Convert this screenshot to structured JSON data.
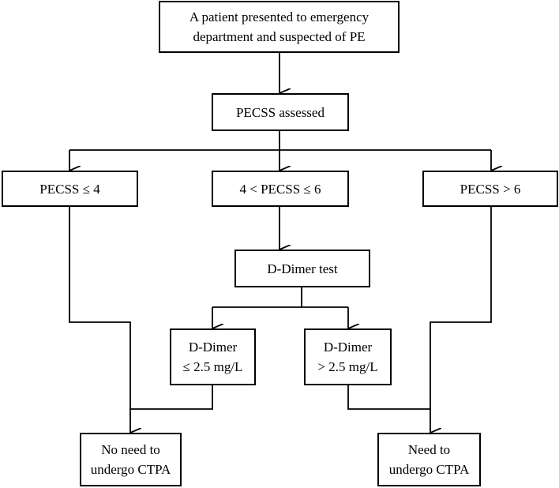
{
  "flowchart": {
    "start": {
      "line1": "A patient presented to emergency",
      "line2": "department and suspected of PE"
    },
    "assess": "PECSS assessed",
    "low": "PECSS ≤ 4",
    "mid": "4 < PECSS ≤ 6",
    "high": "PECSS > 6",
    "ddimer_test": "D-Dimer test",
    "ddimer_low": {
      "line1": "D-Dimer",
      "line2": "≤ 2.5 mg/L"
    },
    "ddimer_high": {
      "line1": "D-Dimer",
      "line2": "> 2.5 mg/L"
    },
    "no_ctpa": {
      "line1": "No need to",
      "line2": "undergo CTPA"
    },
    "ctpa": {
      "line1": "Need to",
      "line2": "undergo CTPA"
    }
  },
  "colors": {
    "stroke": "#000000",
    "background": "#ffffff"
  }
}
